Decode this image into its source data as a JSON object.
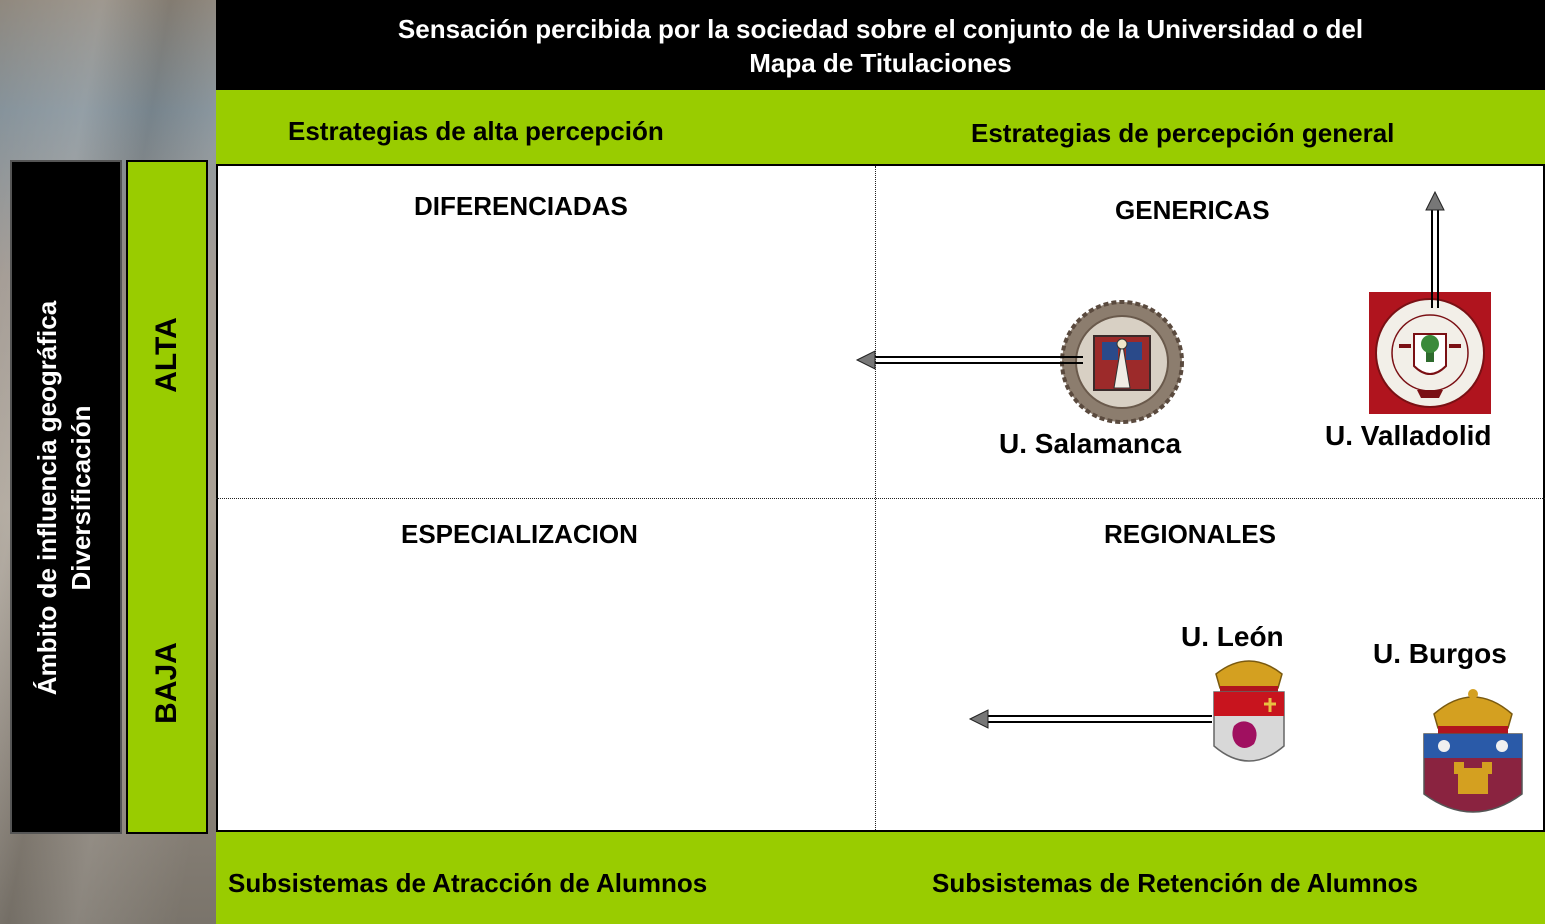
{
  "title": {
    "line1": "Sensación percibida por la sociedad sobre el conjunto de la Universidad o del",
    "line2": "Mapa de Titulaciones"
  },
  "strategies": {
    "left": "Estrategias de alta percepción",
    "right": "Estrategias de percepción general"
  },
  "quadrants": {
    "top_left": "DIFERENCIADAS",
    "top_right": "GENERICAS",
    "bottom_left": "ESPECIALIZACION",
    "bottom_right": "REGIONALES"
  },
  "vertical_axis": {
    "line1": "Ámbito de influencia geográfica",
    "line2": "Diversificación",
    "high": "ALTA",
    "low": "BAJA"
  },
  "universities": {
    "salamanca": "U. Salamanca",
    "valladolid": "U. Valladolid",
    "leon": "U. León",
    "burgos": "U. Burgos"
  },
  "subsystems": {
    "left": "Subsistemas de Atracción de Alumnos",
    "right": "Subsistemas de Retención de Alumnos"
  },
  "colors": {
    "accent_green": "#99cc00",
    "title_bg": "#000000",
    "valladolid_red": "#b0141e",
    "leon_red": "#c8141e",
    "burgos_purple": "#8a2340"
  }
}
